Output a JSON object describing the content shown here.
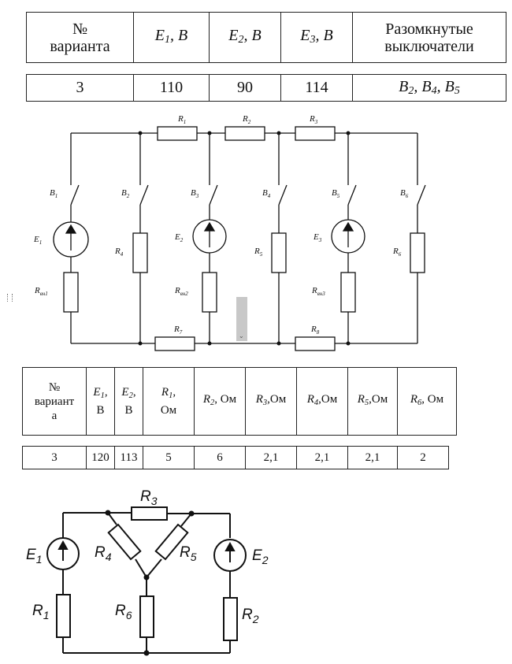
{
  "table1": {
    "header": [
      {
        "main": "№",
        "second": "варианта"
      },
      {
        "sym": "E",
        "sub": "1",
        "unit": ", В"
      },
      {
        "sym": "E",
        "sub": "2",
        "unit": ", В"
      },
      {
        "sym": "E",
        "sub": "3",
        "unit": ", В"
      },
      {
        "main": "Разомкнутые",
        "second": "выключатели"
      }
    ],
    "row": {
      "variant": "3",
      "e1": "110",
      "e2": "90",
      "e3": "114",
      "switches": [
        {
          "sym": "B",
          "sub": "2",
          "sep": ", "
        },
        {
          "sym": "B",
          "sub": "4",
          "sep": ", "
        },
        {
          "sym": "B",
          "sub": "5",
          "sep": ""
        }
      ]
    }
  },
  "circuit1": {
    "labels": {
      "r1": {
        "sym": "R",
        "sub": "1"
      },
      "r2": {
        "sym": "R",
        "sub": "2"
      },
      "r3": {
        "sym": "R",
        "sub": "3"
      },
      "r4": {
        "sym": "R",
        "sub": "4"
      },
      "r5": {
        "sym": "R",
        "sub": "5"
      },
      "r6": {
        "sym": "R",
        "sub": "6"
      },
      "r7": {
        "sym": "R",
        "sub": "7"
      },
      "r8": {
        "sym": "R",
        "sub": "8"
      },
      "b1": {
        "sym": "B",
        "sub": "1"
      },
      "b2": {
        "sym": "B",
        "sub": "2"
      },
      "b3": {
        "sym": "B",
        "sub": "3"
      },
      "b4": {
        "sym": "B",
        "sub": "4"
      },
      "b5": {
        "sym": "B",
        "sub": "5"
      },
      "b6": {
        "sym": "B",
        "sub": "6"
      },
      "e1": {
        "sym": "E",
        "sub": "1"
      },
      "e2": {
        "sym": "E",
        "sub": "2"
      },
      "e3": {
        "sym": "E",
        "sub": "3"
      },
      "rvn1": {
        "sym": "R",
        "sub": "вн1"
      },
      "rvn2": {
        "sym": "R",
        "sub": "вн2"
      },
      "rvn3": {
        "sym": "R",
        "sub": "вн3"
      }
    }
  },
  "table2": {
    "header": [
      {
        "lines": [
          "№",
          "вариант",
          "а"
        ]
      },
      {
        "sym": "E",
        "sub": "1",
        "unit": ",",
        "line2": "В"
      },
      {
        "sym": "E",
        "sub": "2",
        "unit": ",",
        "line2": "В"
      },
      {
        "sym": "R",
        "sub": "1",
        "unit": ",",
        "line2": "Ом"
      },
      {
        "sym": "R",
        "sub": "2",
        "unit": ", Ом"
      },
      {
        "sym": "R",
        "sub": "3",
        "unit": ",Ом"
      },
      {
        "sym": "R",
        "sub": "4",
        "unit": ",Ом"
      },
      {
        "sym": "R",
        "sub": "5",
        "unit": ",Ом"
      },
      {
        "sym": "R",
        "sub": "6",
        "unit": ", Ом"
      }
    ],
    "row": [
      "3",
      "120",
      "113",
      "5",
      "6",
      "2,1",
      "2,1",
      "2,1",
      "2"
    ]
  },
  "circuit2": {
    "labels": {
      "r3": {
        "sym": "R",
        "sub": "3"
      },
      "r4": {
        "sym": "R",
        "sub": "4"
      },
      "r5": {
        "sym": "R",
        "sub": "5"
      },
      "r6": {
        "sym": "R",
        "sub": "6"
      },
      "r1": {
        "sym": "R",
        "sub": "1"
      },
      "r2": {
        "sym": "R",
        "sub": "2"
      },
      "e1": {
        "sym": "E",
        "sub": "1"
      },
      "e2": {
        "sym": "E",
        "sub": "2"
      }
    }
  },
  "scroll_marker": "⌄"
}
